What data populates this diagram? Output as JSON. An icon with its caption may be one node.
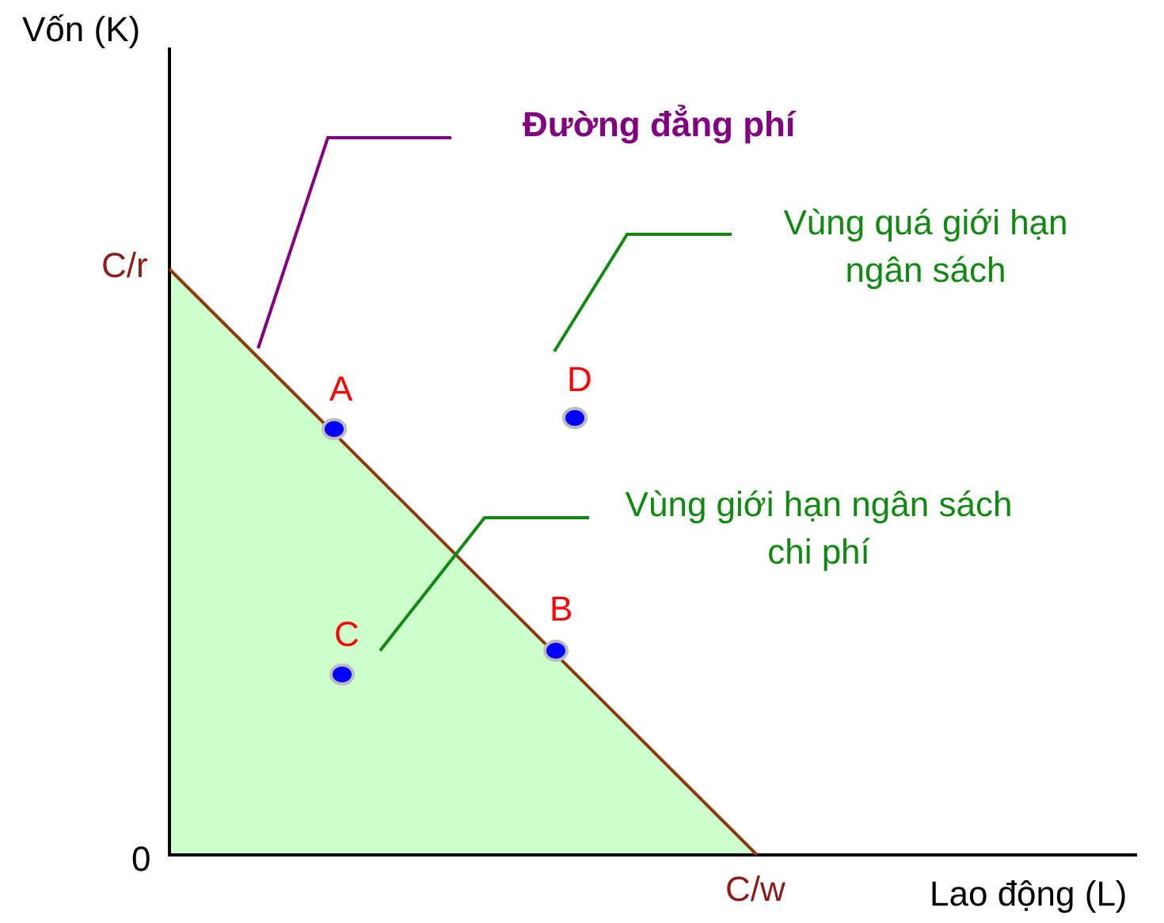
{
  "diagram": {
    "nodes": [
      {
        "text": [
          "Đường đẳng phí"
        ]
      },
      {
        "text": [
          "Vùng quá giới hạn ngân sách"
        ]
      },
      {
        "text": [
          "Vùng giới hạn ngân sách chi phí"
        ]
      }
    ],
    "edges": [
      {
        "from": 0,
        "to": null,
        "arrow": "none",
        "color": "#800080"
      },
      {
        "from": 1,
        "to": null,
        "arrow": "none"
      },
      {
        "from": 2,
        "to": null,
        "arrow": "none"
      }
    ],
    "labels": [
      "Vốn (K)",
      "C/r",
      "A",
      "D",
      "B",
      "C",
      "0",
      "C/w",
      "Lao động (L)"
    ]
  }
}
